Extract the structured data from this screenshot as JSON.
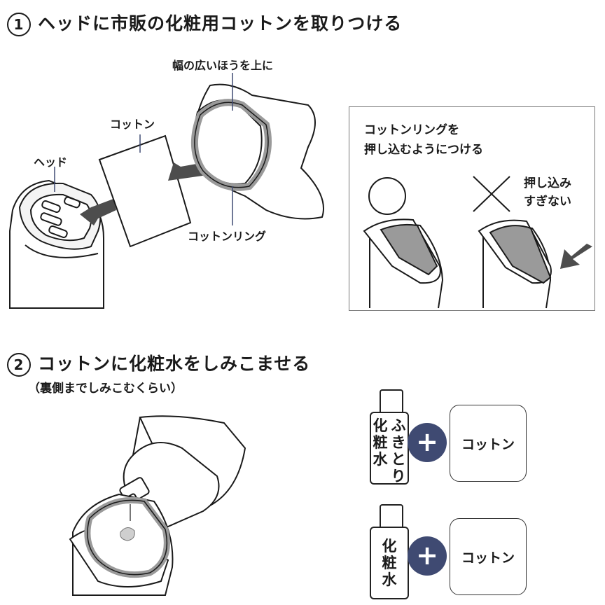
{
  "step1": {
    "number": "1",
    "title": "ヘッドに市販の化粧用コットンを取りつける",
    "labels": {
      "head": "ヘッド",
      "cotton": "コットン",
      "wide_side": "幅の広いほうを上に",
      "cotton_ring": "コットンリング"
    },
    "note": {
      "line1": "コットンリングを",
      "line2": "押し込むようにつける",
      "good_icon": "circle-ok-icon",
      "bad_icon": "cross-ng-icon",
      "bad_line1": "押し込み",
      "bad_line2": "すぎない"
    }
  },
  "step2": {
    "number": "2",
    "title": "コットンに化粧水をしみこませる",
    "subtitle": "（裏側までしみこむくらい）",
    "combo1": {
      "bottle_col1": [
        "化",
        "粧",
        "水"
      ],
      "bottle_col2": [
        "ふ",
        "き",
        "と",
        "り"
      ],
      "plus": "+",
      "cotton": "コットン"
    },
    "combo2": {
      "bottle_col1": [
        "化",
        "粧",
        "水"
      ],
      "plus": "+",
      "cotton": "コットン"
    }
  },
  "colors": {
    "arrow": "#4d4d4d",
    "ring": "#9a9a9a",
    "plus_circle": "#3f4a72",
    "line": "#1a1a1a"
  }
}
